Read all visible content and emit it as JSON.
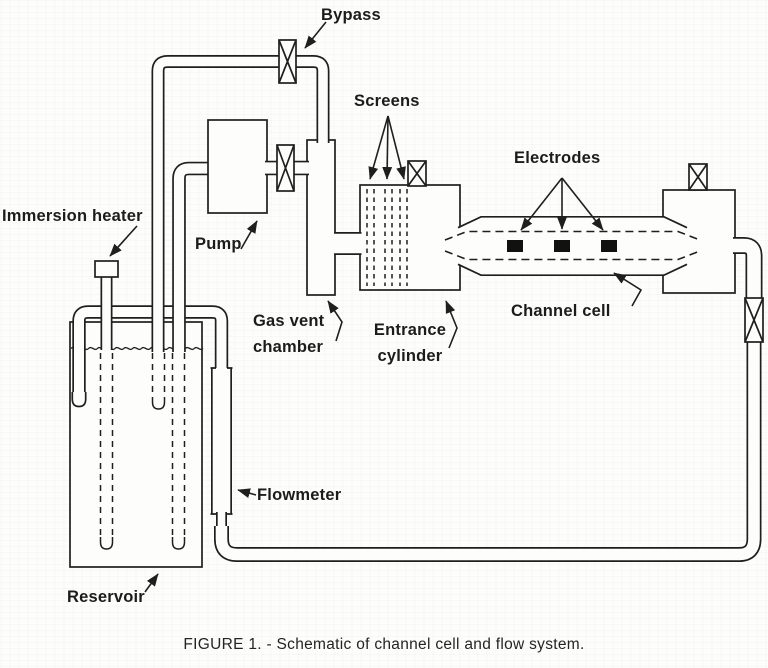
{
  "figure": {
    "caption": "FIGURE 1. - Schematic of channel cell and flow system.",
    "labels": {
      "bypass": "Bypass",
      "screens": "Screens",
      "electrodes": "Electrodes",
      "immersion_heater": "Immersion heater",
      "pump": "Pump",
      "gas_vent_chamber": {
        "line1": "Gas vent",
        "line2": "chamber"
      },
      "entrance_cylinder": {
        "line1": "Entrance",
        "line2": "cylinder"
      },
      "channel_cell": "Channel cell",
      "flowmeter": "Flowmeter",
      "reservoir": "Reservoir"
    },
    "colors": {
      "ink": "#1f1f1f",
      "paper": "#fdfdfc",
      "electrode": "#111111"
    }
  }
}
